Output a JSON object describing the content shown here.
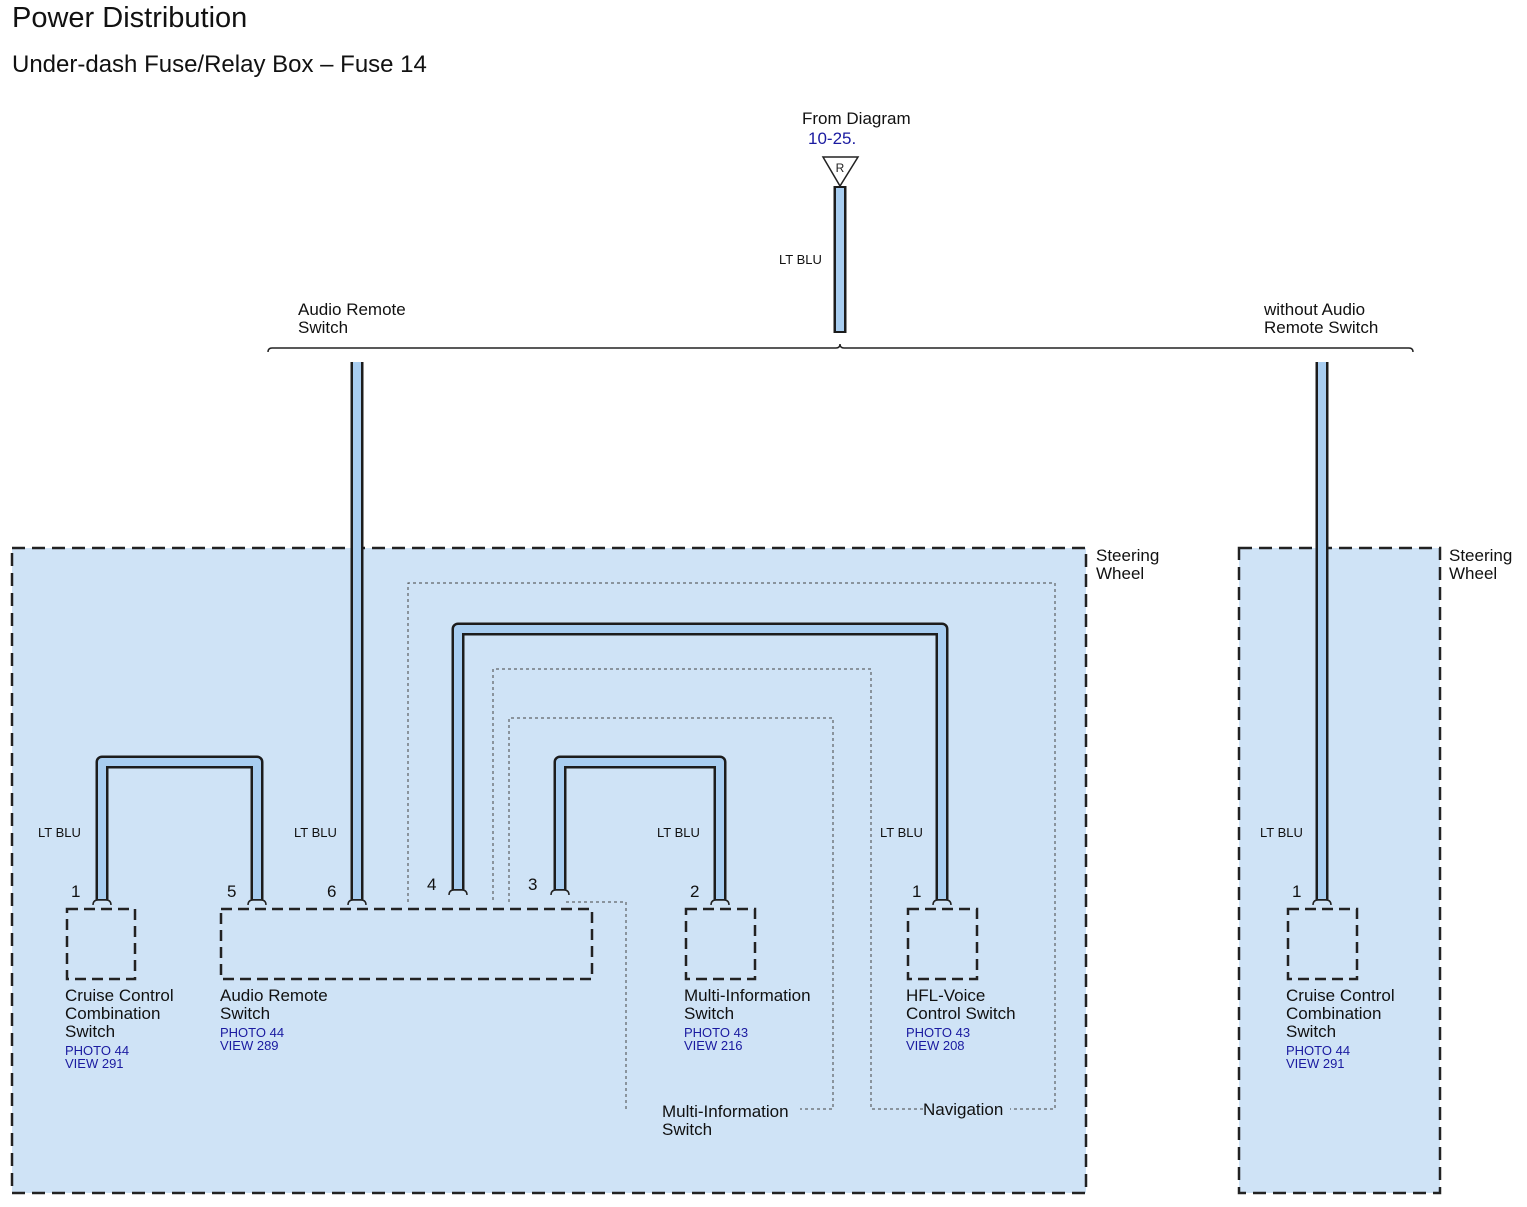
{
  "header": {
    "title": "Power Distribution",
    "subtitle": "Under-dash Fuse/Relay Box – Fuse 14"
  },
  "source": {
    "label": "From Diagram",
    "ref": "10-25.",
    "symbol": "R"
  },
  "wire_color": "LT BLU",
  "branches": {
    "left": [
      "Audio Remote",
      "Switch"
    ],
    "right": [
      "without Audio",
      "Remote Switch"
    ]
  },
  "regions": {
    "steering_left": [
      "Steering",
      "Wheel"
    ],
    "steering_right": [
      "Steering",
      "Wheel"
    ],
    "multi_info_group": [
      "Multi-Information",
      "Switch"
    ],
    "navigation_group": "Navigation"
  },
  "pins": {
    "cruise_left": "1",
    "audio_5": "5",
    "audio_6": "6",
    "audio_4": "4",
    "audio_3": "3",
    "multi_info": "2",
    "hfl": "1",
    "cruise_right": "1"
  },
  "components": {
    "cruise_left": {
      "name": [
        "Cruise Control",
        "Combination",
        "Switch"
      ],
      "photo": "PHOTO 44",
      "view": "VIEW 291"
    },
    "audio_remote": {
      "name": [
        "Audio Remote",
        "Switch"
      ],
      "photo": "PHOTO 44",
      "view": "VIEW 289"
    },
    "multi_info": {
      "name": [
        "Multi-Information",
        "Switch"
      ],
      "photo": "PHOTO 43",
      "view": "VIEW 216"
    },
    "hfl_voice": {
      "name": [
        "HFL-Voice",
        "Control Switch"
      ],
      "photo": "PHOTO 43",
      "view": "VIEW 208"
    },
    "cruise_right": {
      "name": [
        "Cruise Control",
        "Combination",
        "Switch"
      ],
      "photo": "PHOTO 44",
      "view": "VIEW 291"
    }
  },
  "colors": {
    "wire_fill": "#a8cdf0",
    "wire_outline": "#1c1c1c",
    "region_fill": "#cfe3f6",
    "ref_text": "#1a1aa0"
  }
}
